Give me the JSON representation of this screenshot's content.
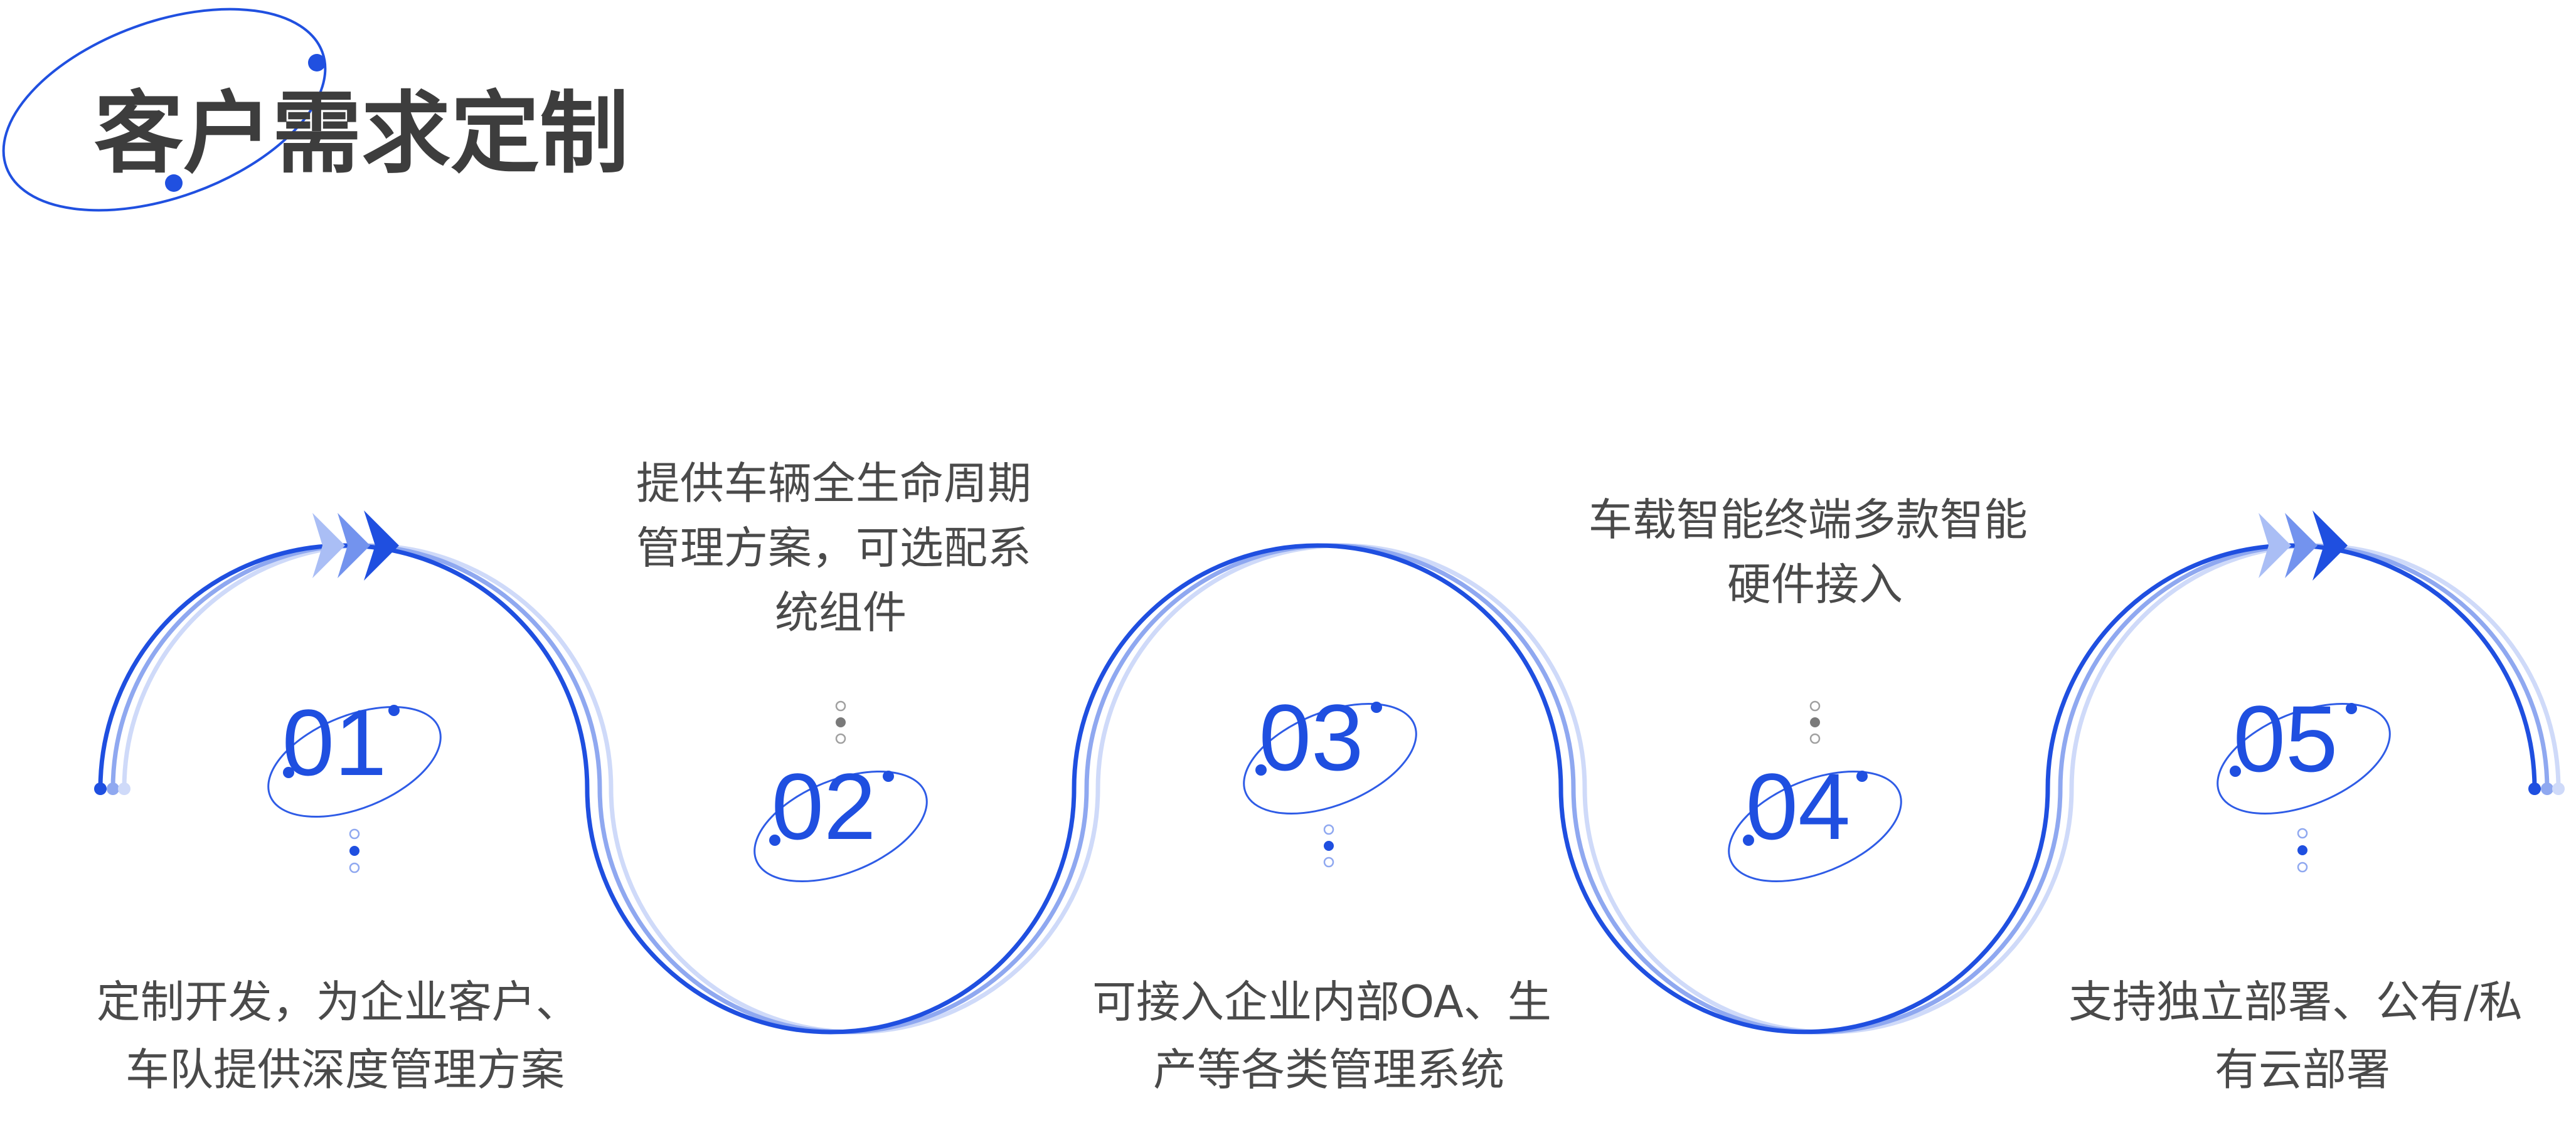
{
  "title": "客户需求定制",
  "colors": {
    "primary": "#1f4fe0",
    "mid": "#8fa8f0",
    "light": "#cfdaf9",
    "title_text": "#3d3d3d",
    "body_text": "#4a4a4a",
    "dot_gray": "#7a7a7a"
  },
  "steps": [
    {
      "number": "01",
      "lines": [
        "定制开发，为企业客户、",
        "车队提供深度管理方案"
      ]
    },
    {
      "number": "02",
      "lines": [
        "提供车辆全生命周期",
        "管理方案，可选配系",
        "统组件"
      ]
    },
    {
      "number": "03",
      "lines": [
        "可接入企业内部OA、生",
        "产等各类管理系统"
      ]
    },
    {
      "number": "04",
      "lines": [
        "车载智能终端多款智能",
        "硬件接入"
      ]
    },
    {
      "number": "05",
      "lines": [
        "支持独立部署、公有/私",
        "有云部署"
      ]
    }
  ]
}
